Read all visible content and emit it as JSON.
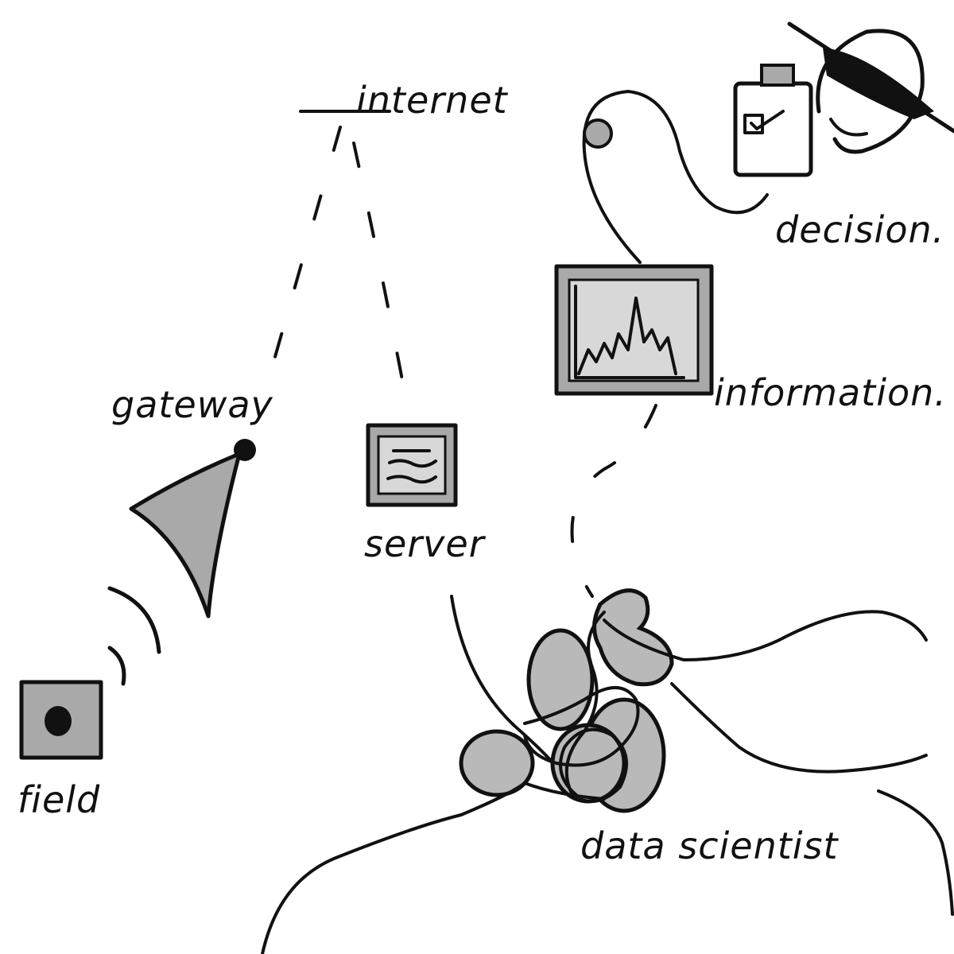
{
  "labels": {
    "internet": "internet",
    "gateway": "gateway",
    "server": "server",
    "information": "information.",
    "decision": "decision.",
    "field": "field",
    "data_scientist": "data scientist"
  },
  "colors": {
    "ink": "#111111",
    "fill_grey": "#a9a9a9",
    "background": "#ffffff"
  }
}
